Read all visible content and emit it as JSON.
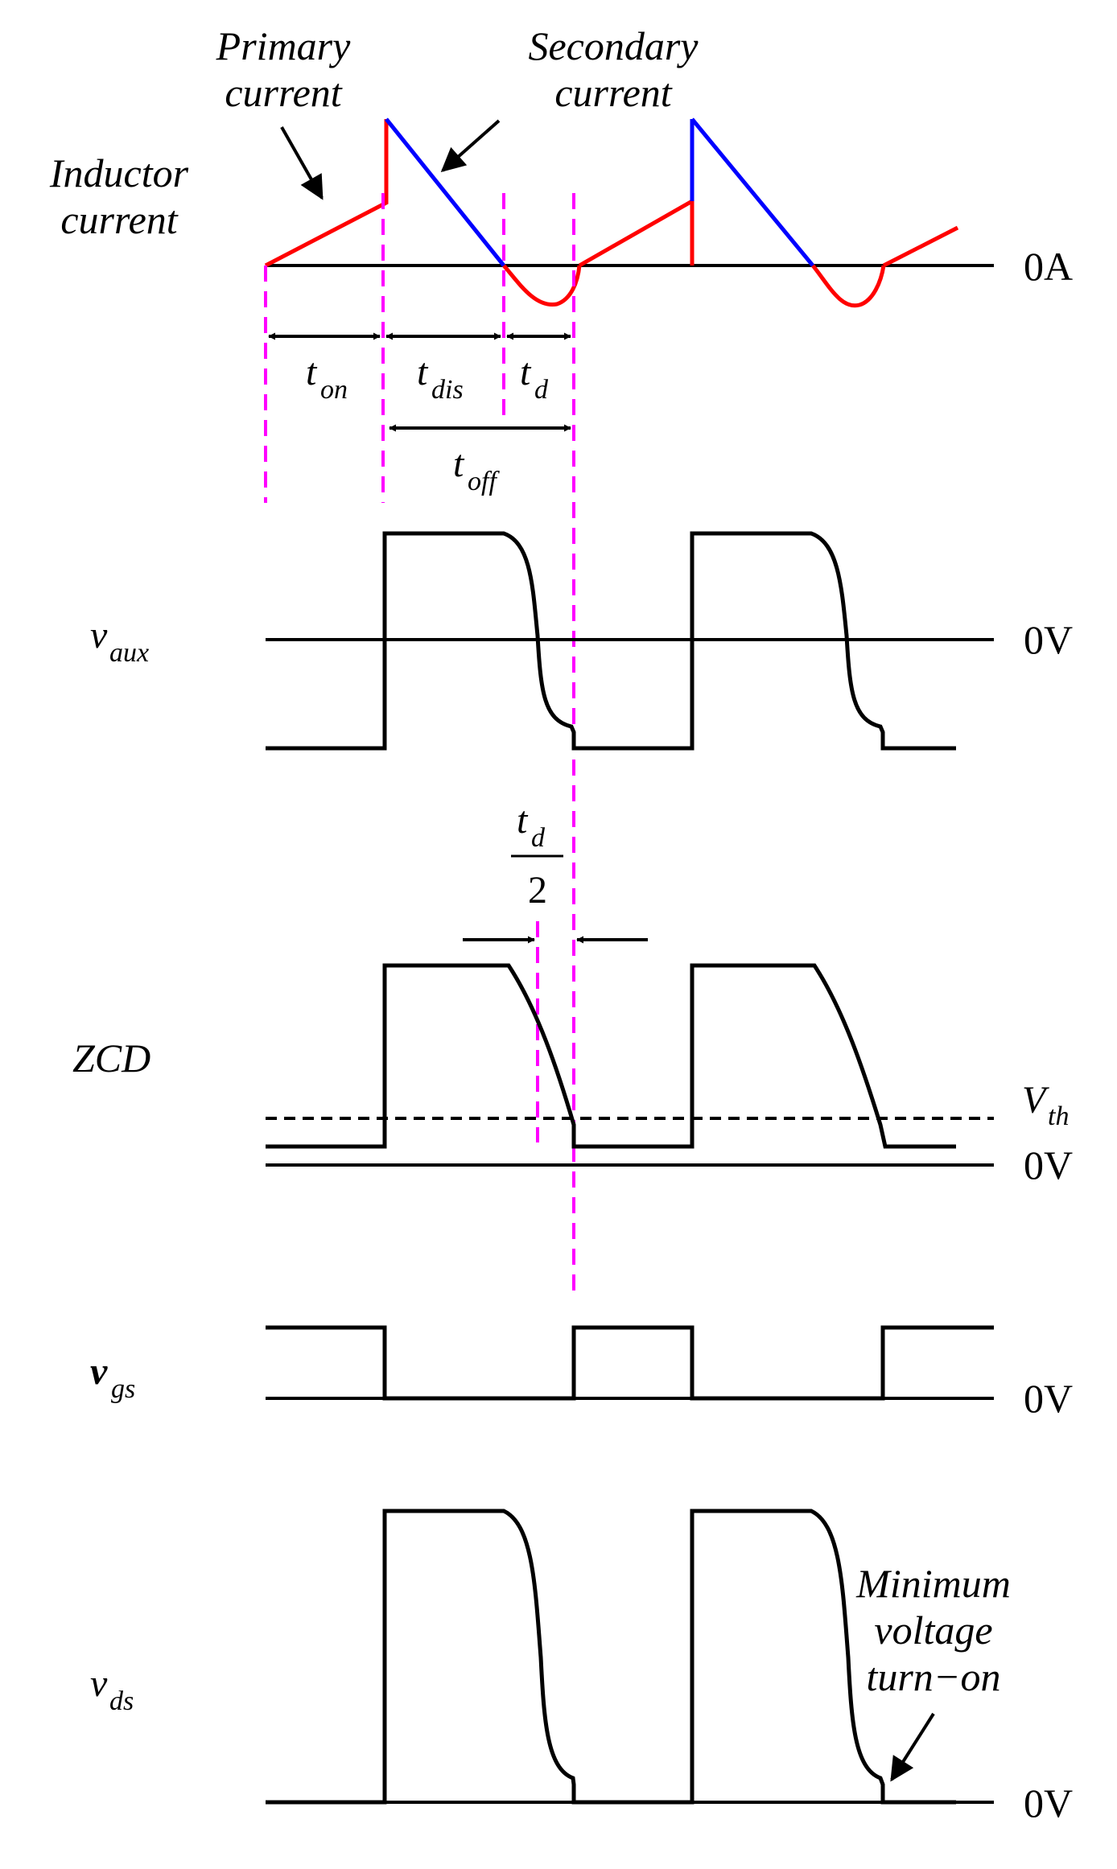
{
  "labels": {
    "inductor_current_line1": "Inductor",
    "inductor_current_line2": "current",
    "primary_current_line1": "Primary",
    "primary_current_line2": "current",
    "secondary_current_line1": "Secondary",
    "secondary_current_line2": "current",
    "zero_amp": "0A",
    "zero_volt": "0V",
    "t": "t",
    "on": "on",
    "dis": "dis",
    "d": "d",
    "off": "off",
    "two": "2",
    "v": "v",
    "aux": "aux",
    "gs": "gs",
    "ds": "ds",
    "zcd": "ZCD",
    "V": "V",
    "th": "th",
    "min_line1": "Minimum",
    "min_line2": "voltage",
    "min_line3": "turn−on"
  },
  "colors": {
    "primary_current": "#ff0000",
    "secondary_current": "#0000ff",
    "marker_dash": "#ff00ff",
    "trace": "#000000"
  }
}
